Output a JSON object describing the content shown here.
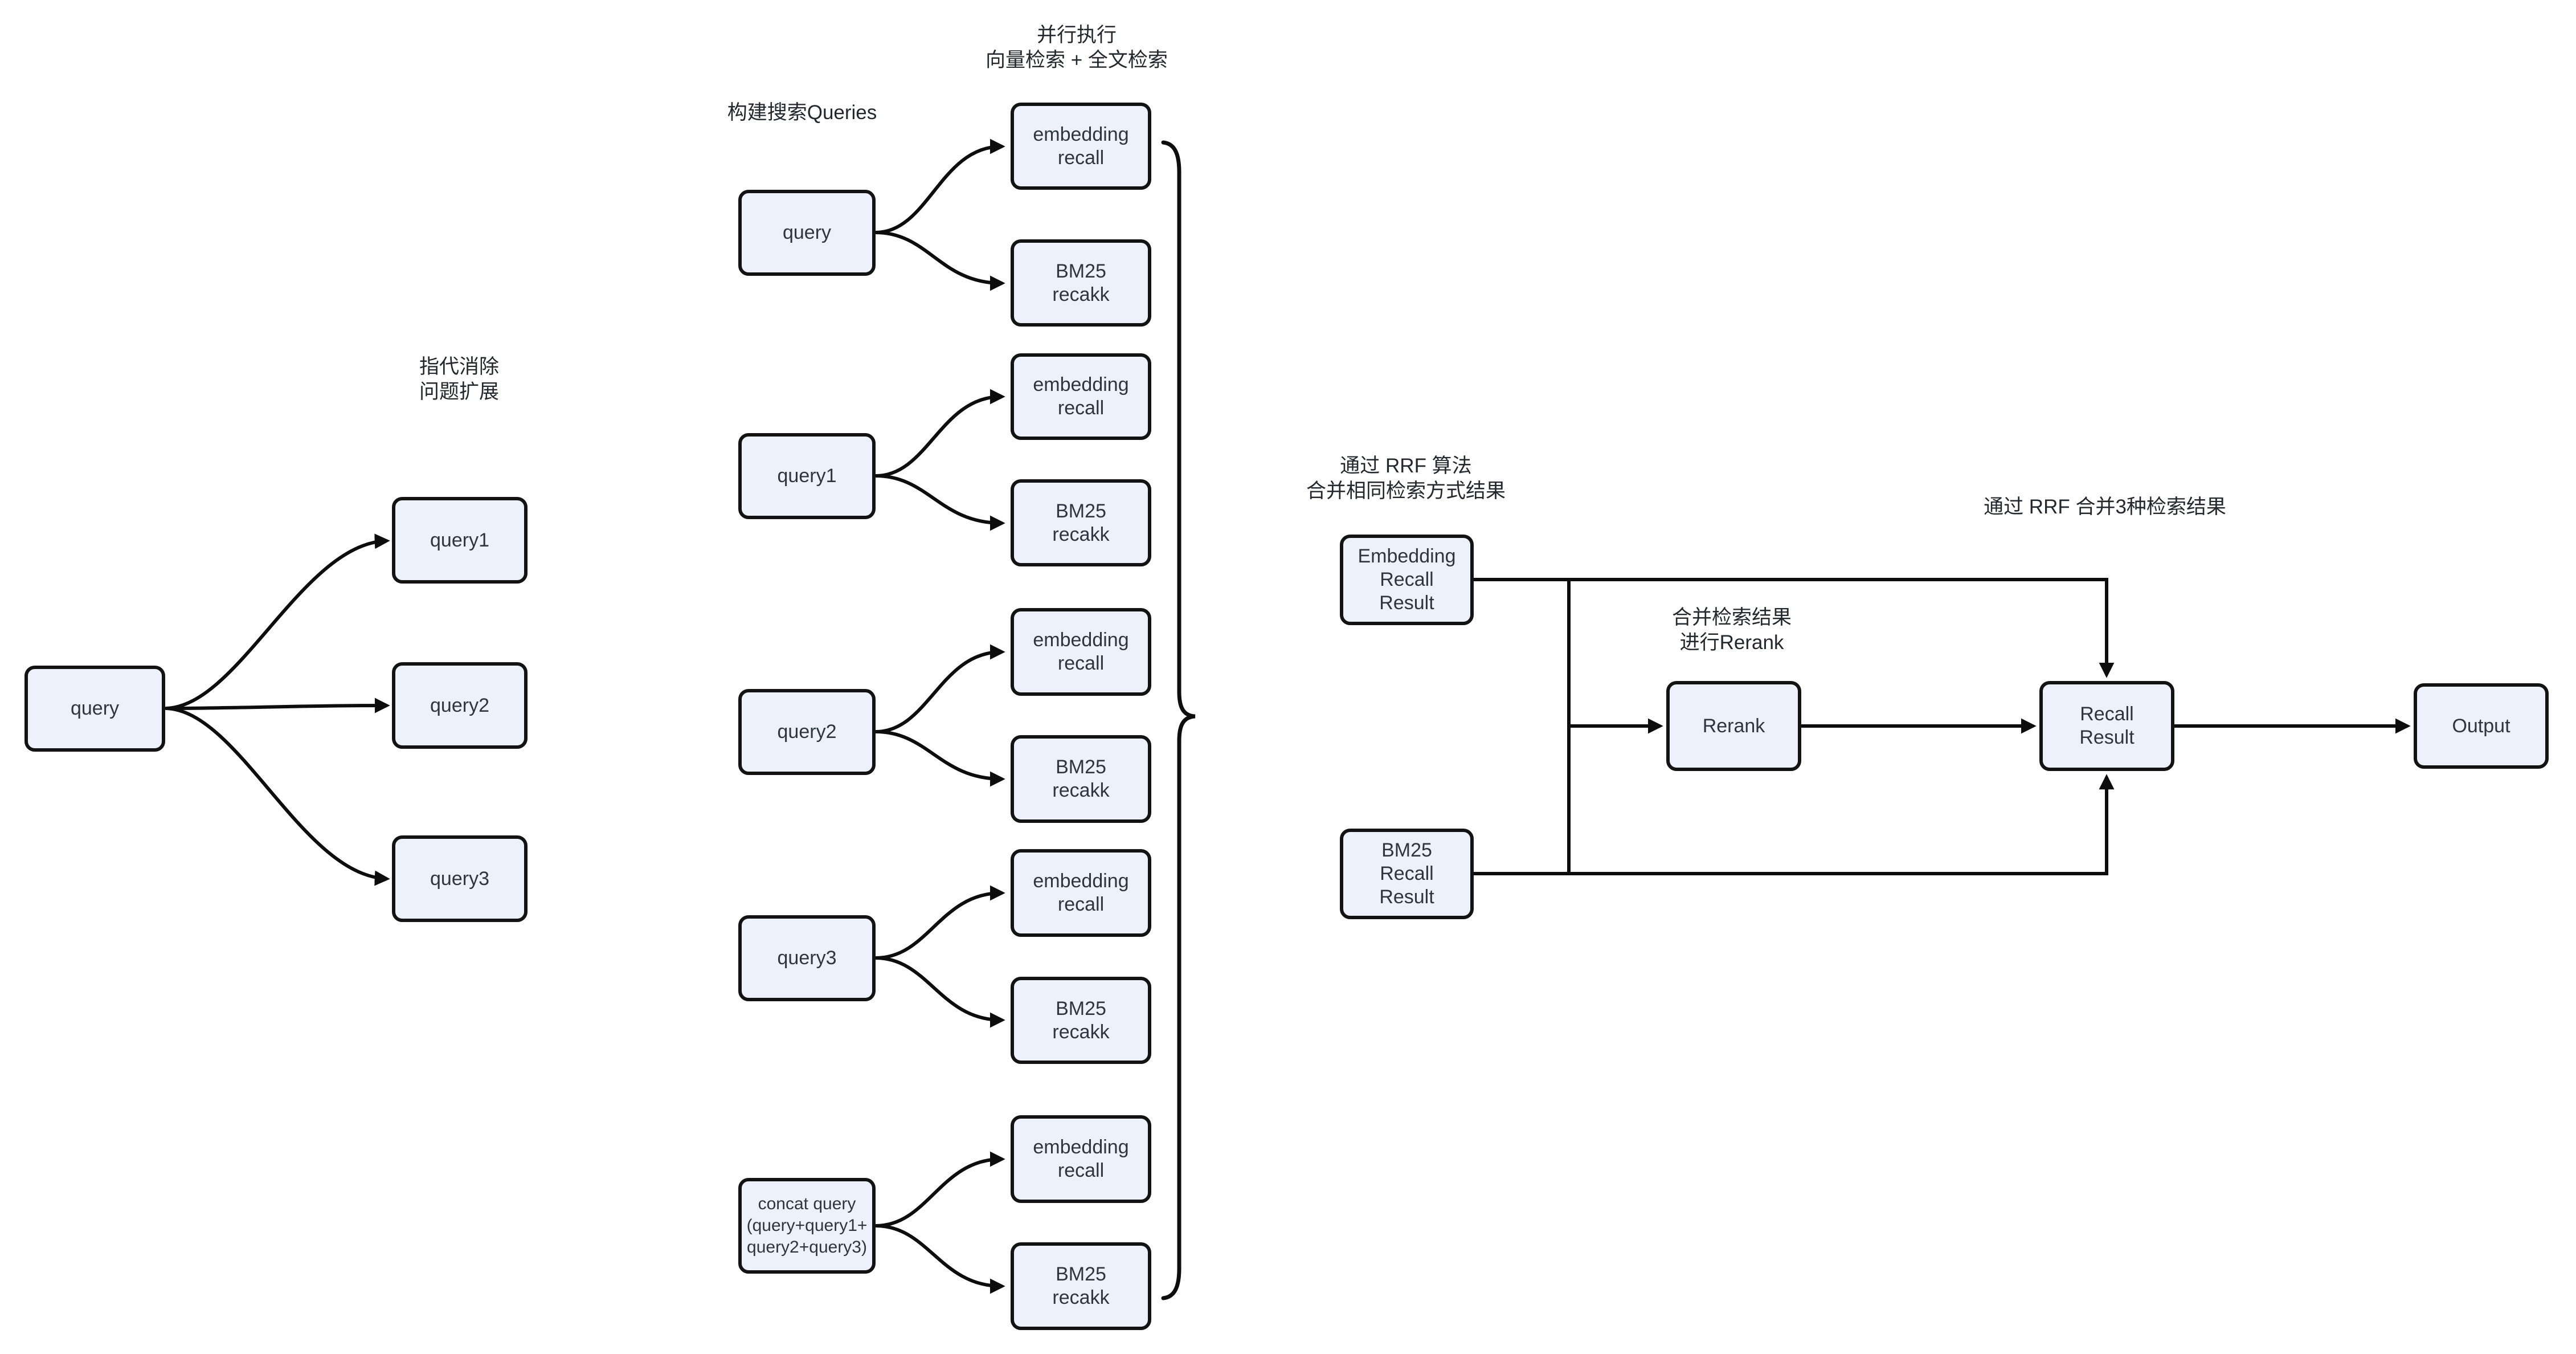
{
  "colors": {
    "background": "#ffffff",
    "node_fill": "#ecf1fb",
    "node_border": "#131313",
    "node_text": "#2f3540",
    "annotation_text": "#23272e",
    "connector": "#0d0d0d"
  },
  "left_section": {
    "annotation": "指代消除\n问题扩展",
    "source_query": "query",
    "query1": "query1",
    "query2": "query2",
    "query3": "query3"
  },
  "middle_section": {
    "build_label": "构建搜索Queries",
    "parallel_label": "并行执行\n向量检索 + 全文检索",
    "rows": [
      {
        "query": "query",
        "embedding": "embedding\nrecall",
        "bm25": "BM25\nrecakk"
      },
      {
        "query": "query1",
        "embedding": "embedding\nrecall",
        "bm25": "BM25\nrecakk"
      },
      {
        "query": "query2",
        "embedding": "embedding\nrecall",
        "bm25": "BM25\nrecakk"
      },
      {
        "query": "query3",
        "embedding": "embedding\nrecall",
        "bm25": "BM25\nrecakk"
      },
      {
        "query": "concat query\n(query+query1+\nquery2+query3)",
        "embedding": "embedding\nrecall",
        "bm25": "BM25\nrecakk"
      }
    ]
  },
  "right_section": {
    "rrf_same_label": "通过 RRF 算法\n合并相同检索方式结果",
    "rerank_note_label": "合并检索结果\n进行Rerank",
    "rrf3_label": "通过 RRF 合并3种检索结果",
    "embedding_result": "Embedding\nRecall\nResult",
    "bm25_result": "BM25\nRecall\nResult",
    "rerank": "Rerank",
    "recall_result": "Recall\nResult",
    "output": "Output"
  }
}
